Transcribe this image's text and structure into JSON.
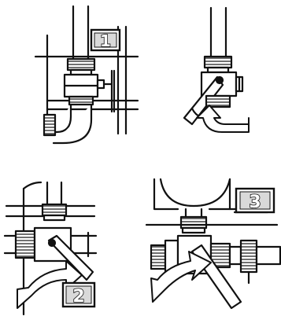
{
  "steps": [
    {
      "label": "1"
    },
    {
      "label": "2"
    },
    {
      "label": "3"
    }
  ],
  "colors": {
    "ink": "#111111",
    "paper": "#ffffff",
    "badge_shadow": "#d9d9d9"
  },
  "icons": [
    "valve-icon",
    "lever-handle-icon",
    "curved-arrow-icon",
    "pipe-icon",
    "hose-fitting-icon"
  ]
}
